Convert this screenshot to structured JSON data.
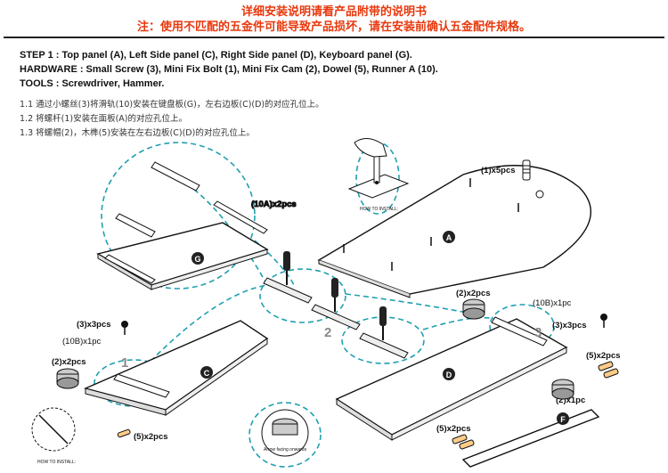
{
  "header": {
    "line1": "详细安装说明请看产品附带的说明书",
    "line2": "注：使用不匹配的五金件可能导致产品损坏，请在安装前确认五金配件规格。"
  },
  "step": {
    "title": "STEP 1 : Top panel (A), Left Side panel (C), Right Side panel (D), Keyboard panel (G).",
    "hardware": "HARDWARE : Small Screw (3), Mini Fix Bolt (1), Mini Fix Cam (2), Dowel (5), Runner A (10).",
    "tools": "TOOLS : Screwdriver, Hammer."
  },
  "notes": [
    "1.1  通过小螺丝(3)将滑轨(10)安装在键盘板(G)，左右边板(C)(D)的对应孔位上。",
    "1.2  将螺杆(1)安装在面板(A)的对应孔位上。",
    "1.3  将螺帽(2)，木榫(5)安装在左右边板(C)(D)的对应孔位上。"
  ],
  "diagram": {
    "panels": {
      "a": "A",
      "g": "G",
      "c": "C",
      "d": "D",
      "f": "F"
    },
    "labels": {
      "bolt_1x5": "(1)x5pcs",
      "runner_10a": "(10A)x2pcs",
      "screw_3_left": "(3)x3pcs",
      "runner_10b_left": "(10B)x1pc",
      "cam_2_left": "(2)x2pcs",
      "dowel_5_bottom": "(5)x2pcs",
      "cam_2_right_top": "(2)x2pcs",
      "runner_10b_right": "(10B)x1pc",
      "screw_3_right": "(3)x3pcs",
      "dowel_5_right": "(5)x2pcs",
      "cam_2_right_bottom": "(2)x1pc",
      "dowel_5_f": "(5)x2pcs",
      "how_to_install_top": "HOW TO INSTALL:",
      "how_to_install_left": "HOW TO INSTALL:",
      "arrow_facing": "Arrow facing onwards",
      "step_numbers": [
        "1",
        "2",
        "3"
      ]
    }
  }
}
